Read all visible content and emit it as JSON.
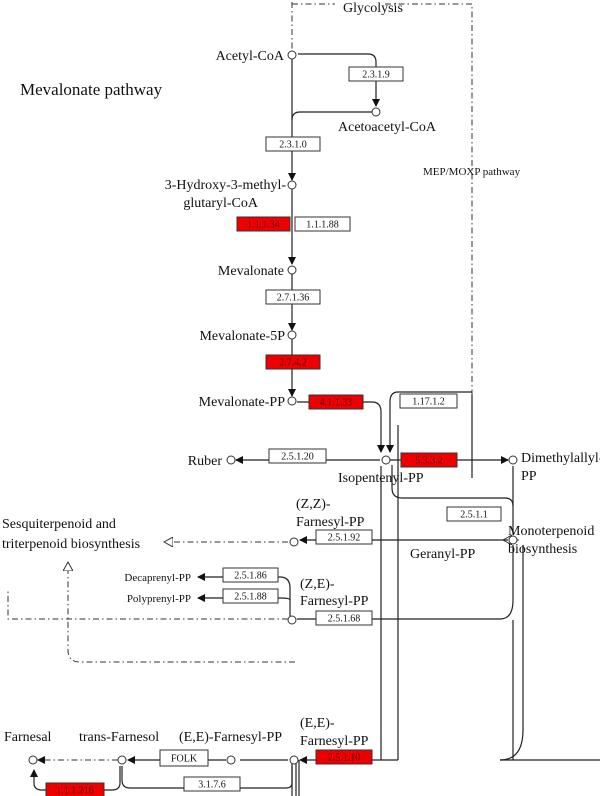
{
  "title": "Mevalonate pathway",
  "compounds": {
    "glycolysis": "Glycolysis",
    "acetyl_coa": "Acetyl-CoA",
    "acetoacetyl_coa": "Acetoacetyl-CoA",
    "hmg_coa_line1": "3-Hydroxy-3-methyl-",
    "hmg_coa_line2": "glutaryl-CoA",
    "mevalonate": "Mevalonate",
    "mevalonate_5p": "Mevalonate-5P",
    "mevalonate_pp": "Mevalonate-PP",
    "isopentenyl_pp": "Isopentenyl-PP",
    "dimethylallyl_line1": "Dimethylallyl-",
    "dimethylallyl_line2": "PP",
    "ruber": "Ruber",
    "mep_pathway": "MEP/MOXP pathway",
    "zz_farnesyl_line1": "(Z,Z)-",
    "zz_farnesyl_line2": "Farnesyl-PP",
    "ze_farnesyl_line1": "(Z,E)-",
    "ze_farnesyl_line2": "Farnesyl-PP",
    "ee_farnesyl_line1": "(E,E)-",
    "ee_farnesyl_line2": "Farnesyl-PP",
    "ee_farnesyl_inline": "(E,E)-Farnesyl-PP",
    "geranyl_pp": "Geranyl-PP",
    "sesqui_line1": "Sesquiterpenoid and",
    "sesqui_line2": "triterpenoid biosynthesis",
    "mono_line1": "Monoterpenoid",
    "mono_line2": "biosynthesis",
    "decaprenyl_pp": "Decaprenyl-PP",
    "polyprenyl_pp": "Polyprenyl-PP",
    "farnesal": "Farnesal",
    "trans_farnesol": "trans-Farnesol"
  },
  "enzymes": {
    "e_2_3_1_9": {
      "label": "2.3.1.9",
      "highlight": false
    },
    "e_2_3_1_0": {
      "label": "2.3.1.0",
      "highlight": false
    },
    "e_1_1_1_34": {
      "label": "1.1.1.34",
      "highlight": true
    },
    "e_1_1_1_88": {
      "label": "1.1.1.88",
      "highlight": false
    },
    "e_2_7_1_36": {
      "label": "2.7.1.36",
      "highlight": false
    },
    "e_2_7_4_2": {
      "label": "2.7.4.2",
      "highlight": true
    },
    "e_4_1_1_33": {
      "label": "4.1.1.33",
      "highlight": true
    },
    "e_1_17_1_2": {
      "label": "1.17.1.2",
      "highlight": false
    },
    "e_2_5_1_20": {
      "label": "2.5.1.20",
      "highlight": false
    },
    "e_5_3_3_2": {
      "label": "5.3.3.2",
      "highlight": true
    },
    "e_2_5_1_1": {
      "label": "2.5.1.1",
      "highlight": false
    },
    "e_2_5_1_92": {
      "label": "2.5.1.92",
      "highlight": false
    },
    "e_2_5_1_86": {
      "label": "2.5.1.86",
      "highlight": false
    },
    "e_2_5_1_88": {
      "label": "2.5.1.88",
      "highlight": false
    },
    "e_2_5_1_68": {
      "label": "2.5.1.68",
      "highlight": false
    },
    "e_2_5_1_10": {
      "label": "2.5.1.10",
      "highlight": true
    },
    "e_folk": {
      "label": "FOLK",
      "highlight": false
    },
    "e_3_1_7_6": {
      "label": "3.1.7.6",
      "highlight": false
    },
    "e_1_1_1_216": {
      "label": "1.1.1.216",
      "highlight": true
    }
  },
  "colors": {
    "highlight_fill": "#ee0000",
    "normal_fill": "#ffffff",
    "line": "#222222"
  }
}
